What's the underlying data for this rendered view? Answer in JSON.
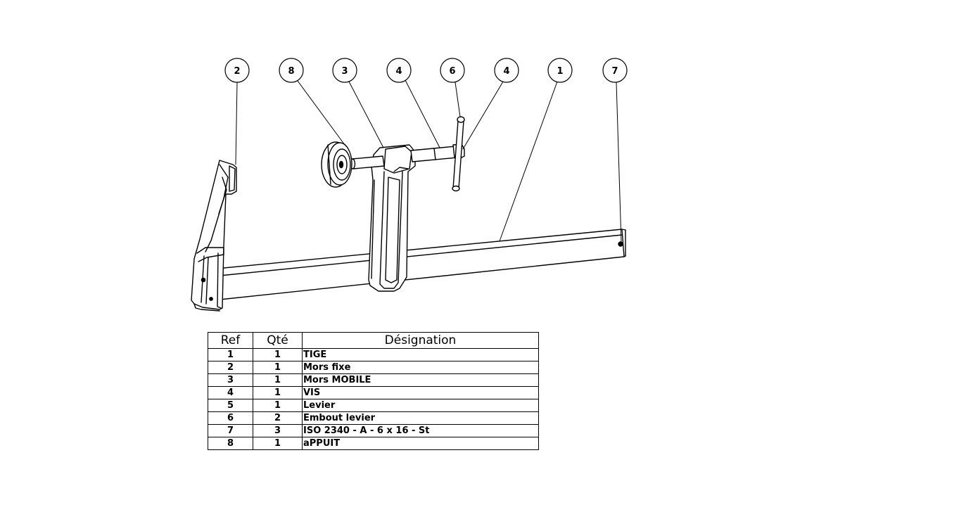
{
  "balloons": [
    "2",
    "8",
    "3",
    "4",
    "6",
    "4",
    "1",
    "7"
  ],
  "bom": {
    "headers": {
      "ref": "Ref",
      "qte": "Qté",
      "designation": "Désignation"
    },
    "rows": [
      {
        "ref": "1",
        "qte": "1",
        "designation": "TIGE"
      },
      {
        "ref": "2",
        "qte": "1",
        "designation": "Mors fixe"
      },
      {
        "ref": "3",
        "qte": "1",
        "designation": "Mors MOBILE"
      },
      {
        "ref": "4",
        "qte": "1",
        "designation": "VIS"
      },
      {
        "ref": "5",
        "qte": "1",
        "designation": "Levier"
      },
      {
        "ref": "6",
        "qte": "2",
        "designation": "Embout levier"
      },
      {
        "ref": "7",
        "qte": "3",
        "designation": "ISO 2340 - A - 6 x 16 - St"
      },
      {
        "ref": "8",
        "qte": "1",
        "designation": "aPPUIT"
      }
    ]
  }
}
